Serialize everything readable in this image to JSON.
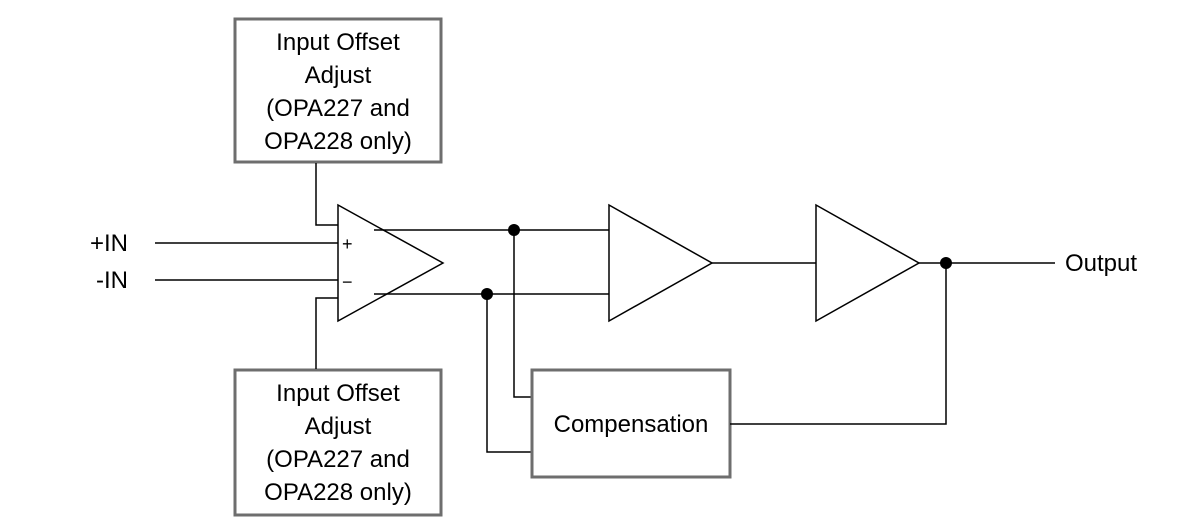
{
  "offset_adjust_top": {
    "lines": [
      "Input Offset",
      "Adjust",
      "(OPA227 and",
      "OPA228 only)"
    ]
  },
  "offset_adjust_bottom": {
    "lines": [
      "Input Offset",
      "Adjust",
      "(OPA227 and",
      "OPA228 only)"
    ]
  },
  "inputs": {
    "plus_label": "+IN",
    "minus_label": "-IN",
    "plus_sign": "+",
    "minus_sign": "−"
  },
  "compensation_label": "Compensation",
  "output_label": "Output"
}
